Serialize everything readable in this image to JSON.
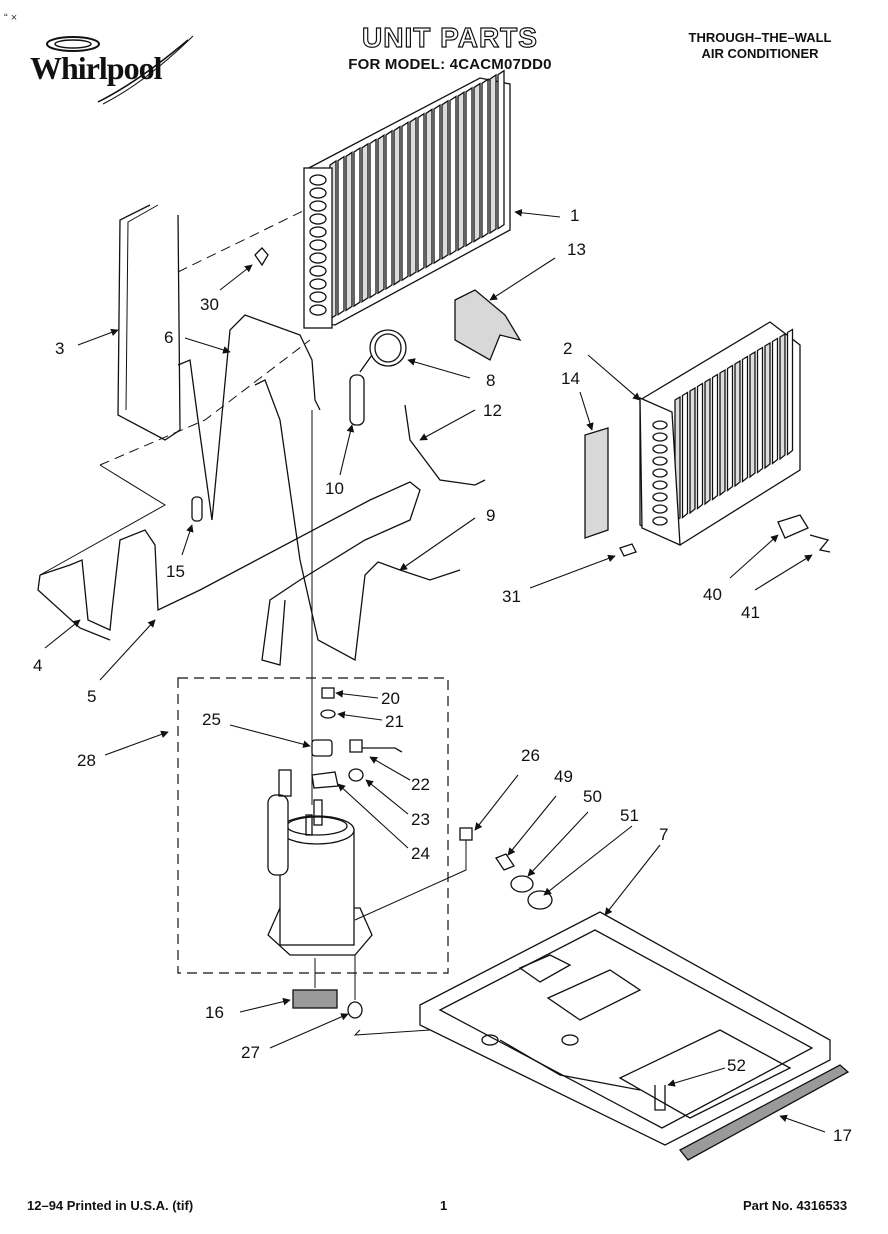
{
  "header": {
    "corner_mark": "“ ×",
    "brand": "Whirlpool",
    "title": "UNIT PARTS",
    "subtitle": "FOR MODEL: 4CACM07DD0",
    "product_line1": "THROUGH–THE–WALL",
    "product_line2": "AIR CONDITIONER"
  },
  "callouts": [
    "1",
    "13",
    "30",
    "3",
    "6",
    "8",
    "12",
    "2",
    "14",
    "10",
    "15",
    "9",
    "4",
    "5",
    "31",
    "40",
    "41",
    "28",
    "25",
    "20",
    "21",
    "22",
    "23",
    "24",
    "26",
    "49",
    "50",
    "51",
    "7",
    "16",
    "27",
    "52",
    "17"
  ],
  "footer": {
    "left": "12–94 Printed in U.S.A. (tif)",
    "center": "1",
    "right": "Part No. 4316533"
  },
  "colors": {
    "ink": "#111111",
    "paper": "#ffffff",
    "fin": "#dcdcdc"
  }
}
